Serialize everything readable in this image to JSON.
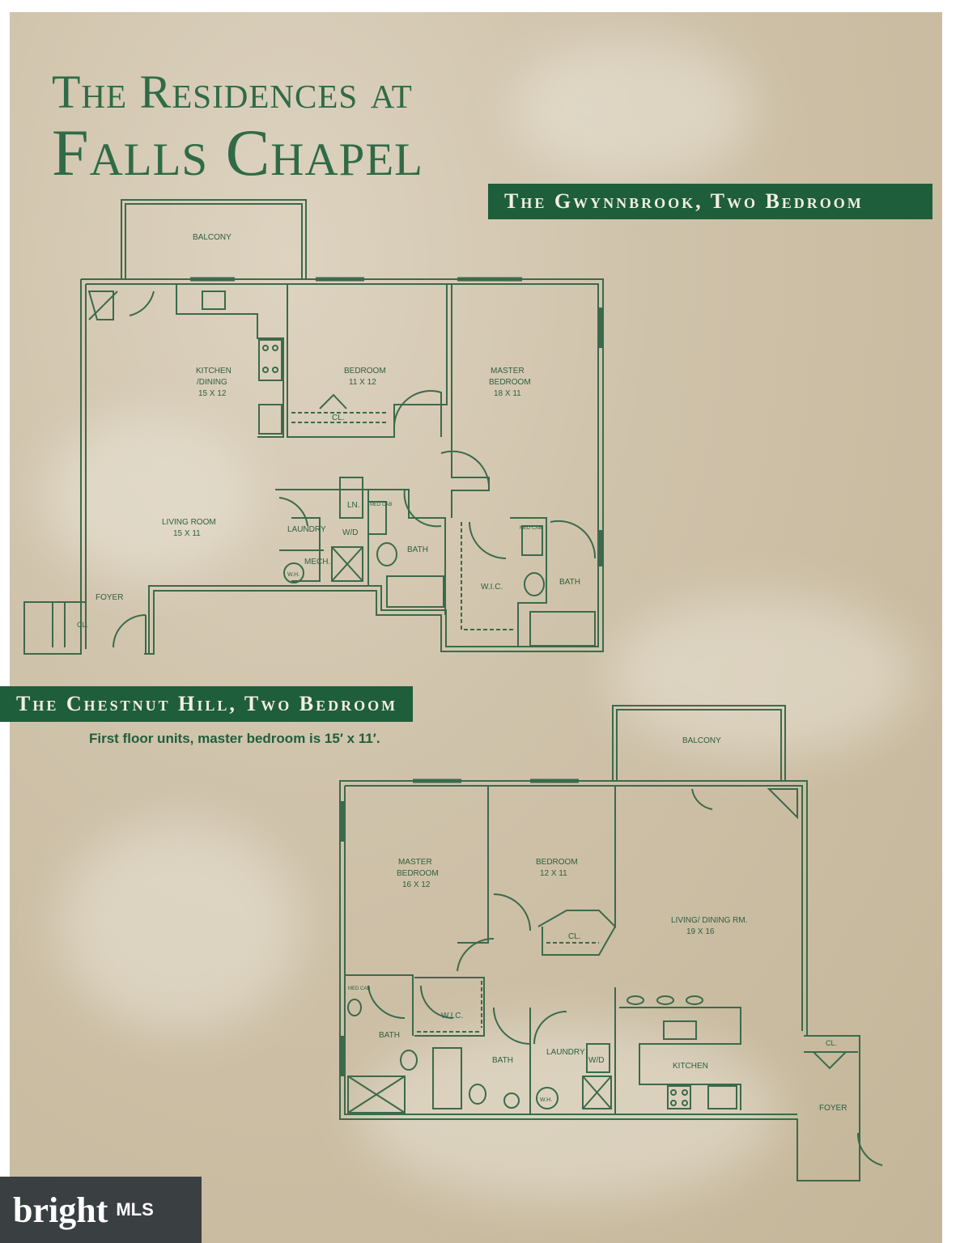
{
  "title_line1": "The Residences at",
  "title_line2": "Falls Chapel",
  "plan_a": {
    "banner": "The Gwynnbrook, Two Bedroom",
    "rooms": {
      "balcony": "BALCONY",
      "kitchen": "KITCHEN",
      "kitchen2": "/DINING",
      "kitchen_size": "15 X 12",
      "bedroom": "BEDROOM",
      "bedroom_size": "11 X 12",
      "master1": "MASTER",
      "master2": "BEDROOM",
      "master_size": "18 X 11",
      "closet": "CL.",
      "living": "LIVING ROOM",
      "living_size": "15 X 11",
      "laundry": "LAUNDRY",
      "wd": "W/D",
      "ln": "LN.",
      "medcab": "MED CAB",
      "bath": "BATH",
      "mech": "MECH.",
      "wh": "W.H.",
      "wic": "W.I.C.",
      "foyer": "FOYER"
    }
  },
  "plan_b": {
    "banner": "The Chestnut Hill, Two Bedroom",
    "note": "First floor units, master bedroom is 15′ x 11′.",
    "rooms": {
      "balcony": "BALCONY",
      "master1": "MASTER",
      "master2": "BEDROOM",
      "master_size": "16 X 12",
      "bedroom": "BEDROOM",
      "bedroom_size": "12 X 11",
      "closet": "CL.",
      "living": "LIVING/ DINING RM.",
      "living_size": "19 X 16",
      "medcab": "MED CAB",
      "bath": "BATH",
      "wic": "W.I.C.",
      "laundry": "LAUNDRY",
      "wd": "W/D",
      "wh": "W.H.",
      "kitchen": "KITCHEN",
      "foyer": "FOYER"
    }
  },
  "brand": {
    "name": "bright",
    "suffix": "MLS"
  },
  "colors": {
    "accent": "#1f5e3b",
    "ink": "#2f5f40"
  }
}
